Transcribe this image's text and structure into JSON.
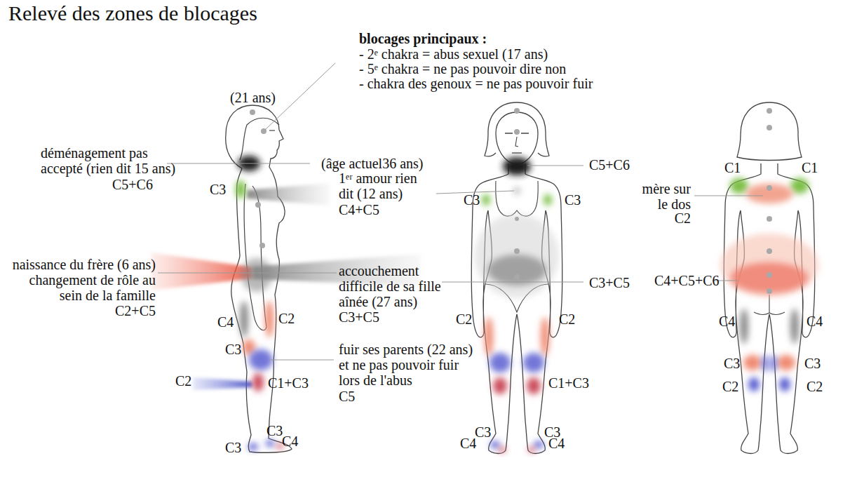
{
  "diagram": {
    "title": "Relevé des zones de blocages",
    "labels": [
      "blocages principaux :",
      "- 2ᵉ chakra = abus sexuel (17 ans)",
      "- 5ᵉ chakra = ne pas pouvoir dire non",
      "- chakra des genoux = ne pas pouvoir fuir",
      "(21 ans)",
      "déménagement pas accepté (rien dit 15 ans)",
      "C5+C6",
      "(âge actuel36 ans)",
      "C5+C6",
      "C1",
      "C1",
      "1ᵉʳ amour rien dit (12 ans)",
      "C3",
      "C3",
      "C3",
      "mère sur le dos",
      "C2",
      "C4+C5",
      "naissance du frère (6 ans) changement de rôle au sein de la famille",
      "C2+C5",
      "accouchement difficile de sa fille aînée (27 ans)",
      "C3+C5",
      "C3+C5",
      "C4+C5+C6",
      "C4",
      "C2",
      "C2",
      "C2",
      "C4",
      "C4",
      "C3",
      "fuir ses parents (22 ans) et ne pas pouvoir fuir lors de l'abus",
      "C3",
      "C3",
      "C2",
      "C1+C3",
      "C1+C3",
      "C2",
      "C2",
      "C5",
      "C3",
      "C3",
      "C3",
      "C4",
      "C4",
      "C4",
      "C3"
    ]
  }
}
